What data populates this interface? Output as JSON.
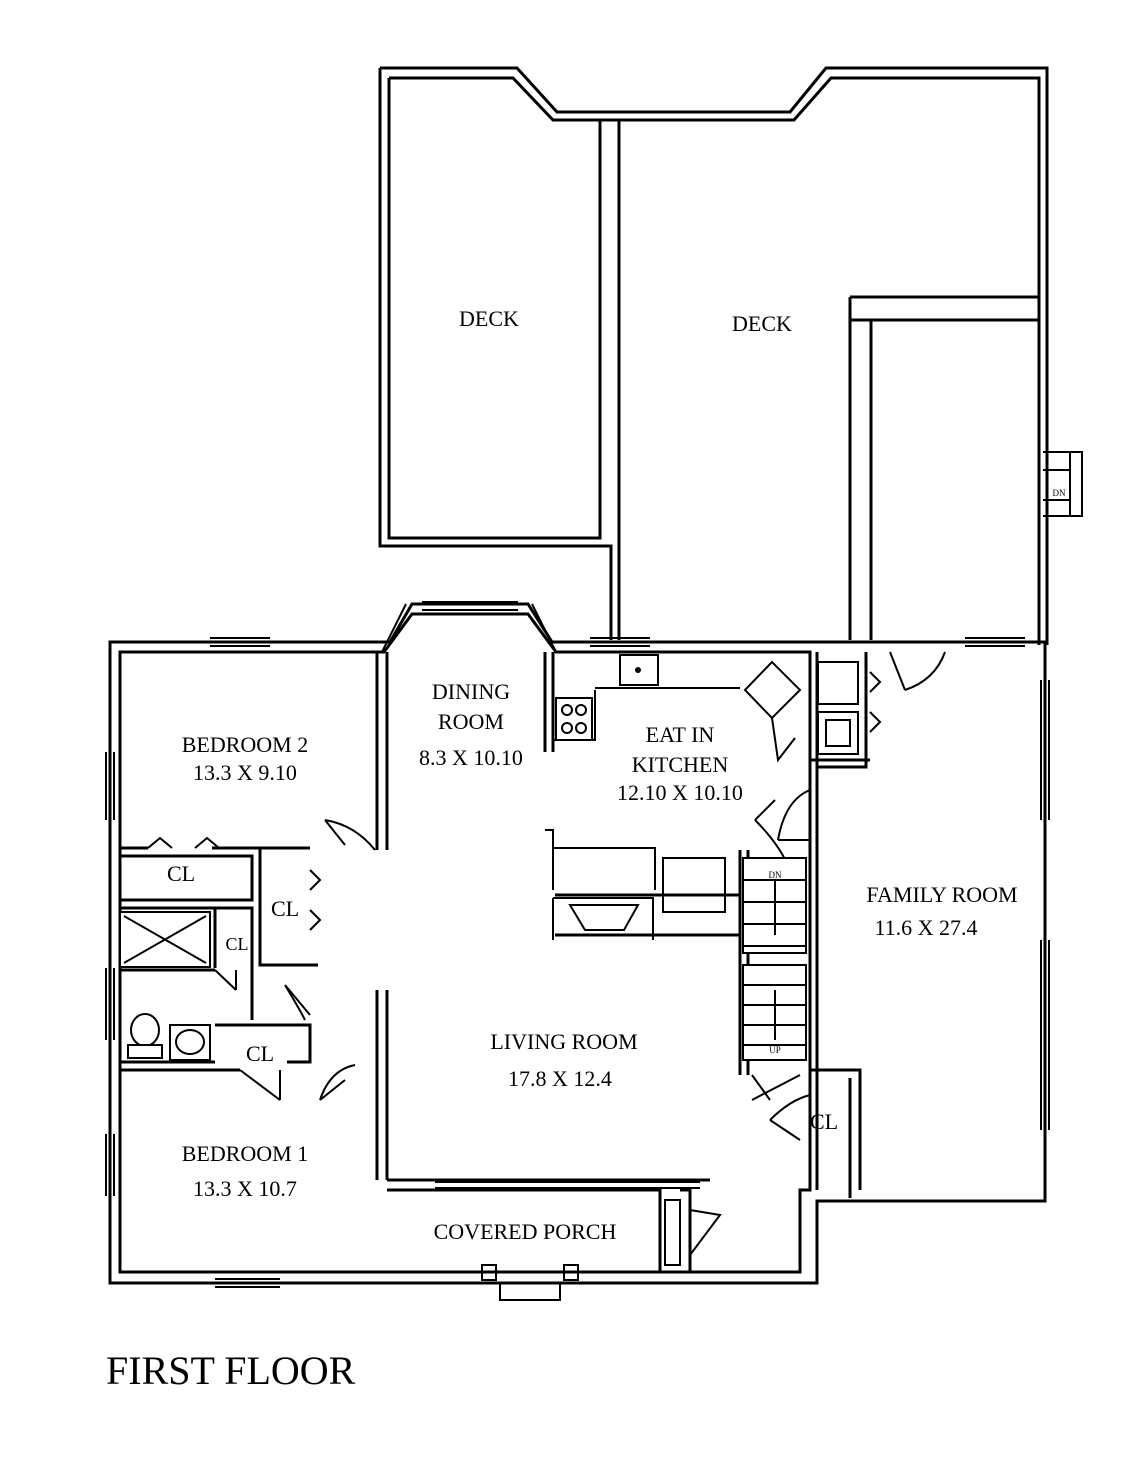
{
  "title": "FIRST FLOOR",
  "rooms": {
    "deck_left": {
      "name": "DECK"
    },
    "deck_right": {
      "name": "DECK"
    },
    "deck_stairs": {
      "label": "DN"
    },
    "dining": {
      "name_line1": "DINING",
      "name_line2": "ROOM",
      "size": "8.3 X 10.10"
    },
    "bedroom2": {
      "name": "BEDROOM 2",
      "size": "13.3 X 9.10"
    },
    "kitchen": {
      "name_line1": "EAT IN",
      "name_line2": "KITCHEN",
      "size": "12.10 X 10.10"
    },
    "family": {
      "name": "FAMILY ROOM",
      "size": "11.6 X 27.4"
    },
    "living": {
      "name": "LIVING ROOM",
      "size": "17.8 X 12.4"
    },
    "bedroom1": {
      "name": "BEDROOM 1",
      "size": "13.3 X 10.7"
    },
    "porch": {
      "name": "COVERED PORCH"
    }
  },
  "closets": {
    "cl1": "CL",
    "cl2": "CL",
    "cl3": "CL",
    "cl4": "CL",
    "cl5": "CL"
  },
  "stairs": {
    "down": "DN",
    "up": "UP"
  }
}
